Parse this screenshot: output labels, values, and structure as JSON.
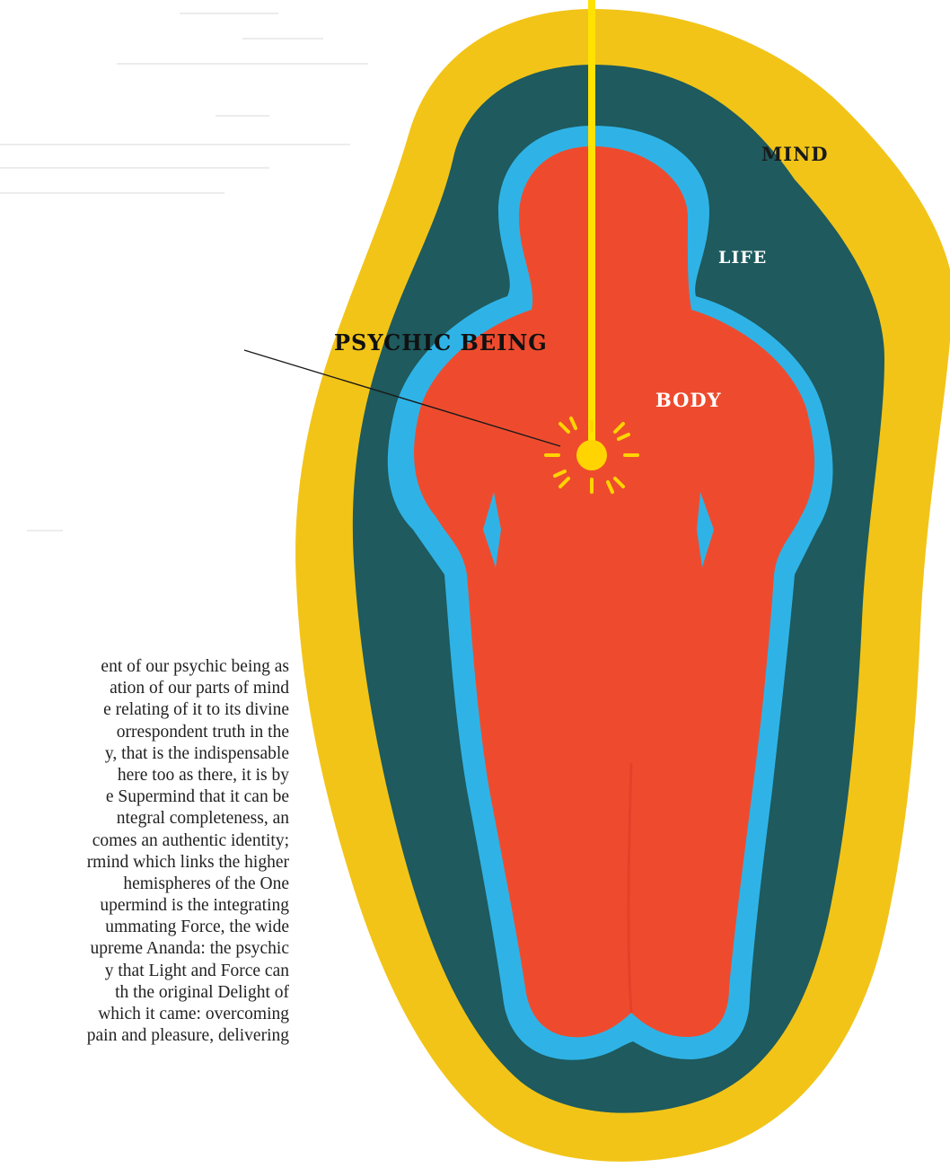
{
  "diagram": {
    "labels": {
      "psychic_being": "PSYCHIC BEING",
      "mind": "MIND",
      "life": "LIFE",
      "body": "BODY"
    },
    "colors": {
      "mind_layer": "#F2C418",
      "life_layer": "#1E5A5E",
      "aura_outline": "#2FB3E6",
      "body": "#EE4B2E",
      "psychic_ray": "#FFE200",
      "sun_core": "#FFD400"
    }
  },
  "text": {
    "lines": [
      "ent of our psychic being as",
      "ation of our parts of mind",
      "e relating of it to its divine",
      "orrespondent truth in the",
      "y, that is the indispensable",
      "here too as there, it is by",
      "e Supermind that it can be",
      "ntegral completeness, an",
      "comes an authentic identity;",
      "rmind which links the higher",
      "hemispheres of the One",
      "upermind is the integrating",
      "ummating Force, the wide",
      "upreme Ananda: the psychic",
      "y that Light and Force can",
      "th the original Delight of",
      "which it came: overcoming",
      "pain and pleasure, delivering"
    ]
  }
}
